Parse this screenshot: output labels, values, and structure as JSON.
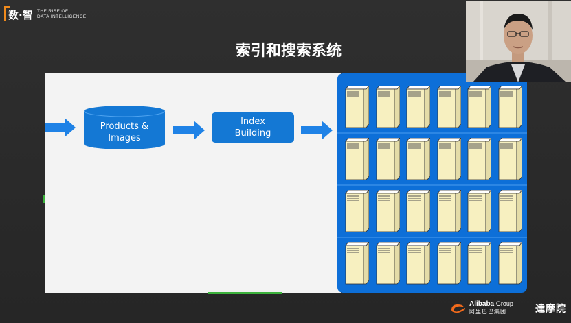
{
  "brand": {
    "mark": "数·智",
    "line1": "THE RISE OF",
    "line2": "DATA INTELLIGENCE"
  },
  "slide": {
    "title": "索引和搜索系统",
    "products_label": "Products &\nImages",
    "index_label": "Index\nBuilding"
  },
  "cluster": {
    "rows": 4,
    "cols": 6
  },
  "footer": {
    "alibaba_en_bold": "Alibaba",
    "alibaba_en_light": "Group",
    "alibaba_cn": "阿里巴巴集团",
    "damo": "達摩院"
  },
  "colors": {
    "accent_orange": "#f08a1c",
    "arrow_blue": "#1f82e6",
    "box_blue": "#1478d4",
    "cluster_blue": "#0d6fd8",
    "server_fill": "#f7f0c0"
  }
}
